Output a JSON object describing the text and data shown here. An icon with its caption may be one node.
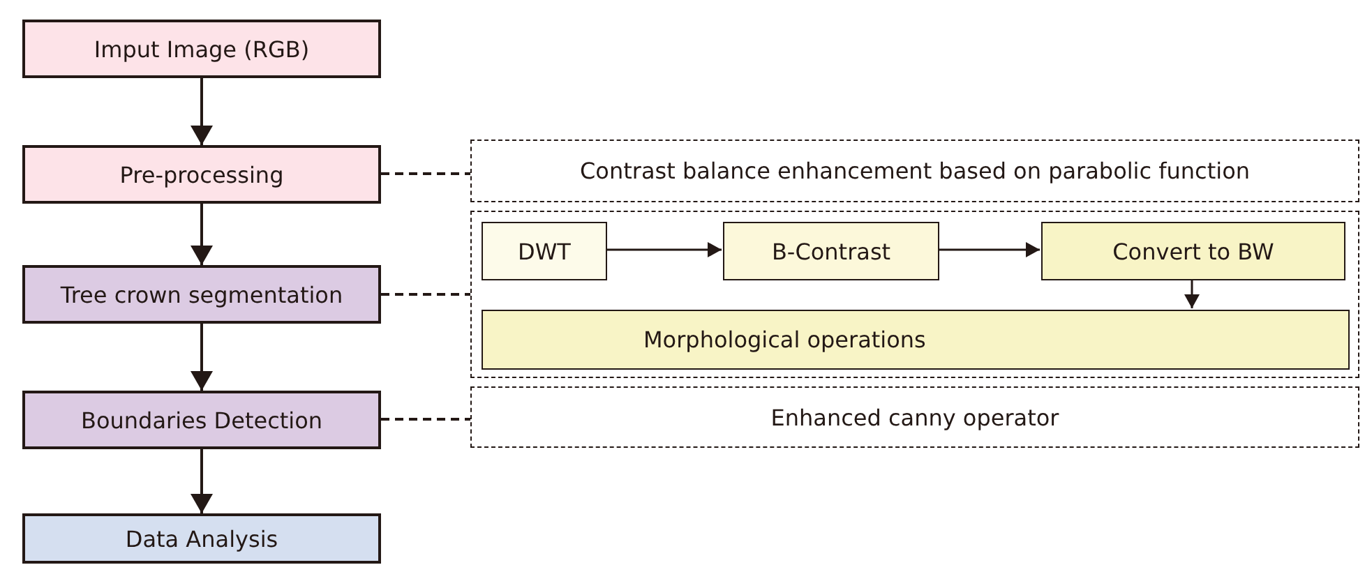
{
  "diagram": {
    "nodes": [
      {
        "text": [
          "Imput Image (RGB)"
        ]
      },
      {
        "text": [
          "Pre-processing"
        ]
      },
      {
        "text": [
          "Tree crown segmentation"
        ]
      },
      {
        "text": [
          "Boundaries Detection"
        ]
      },
      {
        "text": [
          "Data Analysis"
        ]
      },
      {
        "text": [
          "Contrast balance enhancement based on parabolic function"
        ]
      },
      {
        "text": [],
        "shape": "box"
      },
      {
        "text": [
          "DWT"
        ],
        "in": 6
      },
      {
        "text": [
          "B-Contrast"
        ],
        "in": 6
      },
      {
        "text": [
          "Convert to BW"
        ],
        "in": 6
      },
      {
        "text": [
          "Morphological operations"
        ],
        "in": 6
      },
      {
        "text": [
          "Enhanced canny operator"
        ]
      }
    ],
    "edges": [
      {
        "from": 0,
        "to": 1,
        "arrow": "to"
      },
      {
        "from": 1,
        "to": 2,
        "arrow": "to"
      },
      {
        "from": 2,
        "to": 3,
        "arrow": "to"
      },
      {
        "from": 3,
        "to": 4,
        "arrow": "to"
      },
      {
        "from": 1,
        "to": 5,
        "arrow": "none",
        "style": "dashed"
      },
      {
        "from": 2,
        "to": 6,
        "arrow": "none",
        "style": "dashed"
      },
      {
        "from": 3,
        "to": 11,
        "arrow": "none",
        "style": "dashed"
      },
      {
        "from": 7,
        "to": 8,
        "arrow": "to"
      },
      {
        "from": 8,
        "to": 9,
        "arrow": "to"
      },
      {
        "from": 9,
        "to": 10,
        "arrow": "to"
      }
    ]
  }
}
